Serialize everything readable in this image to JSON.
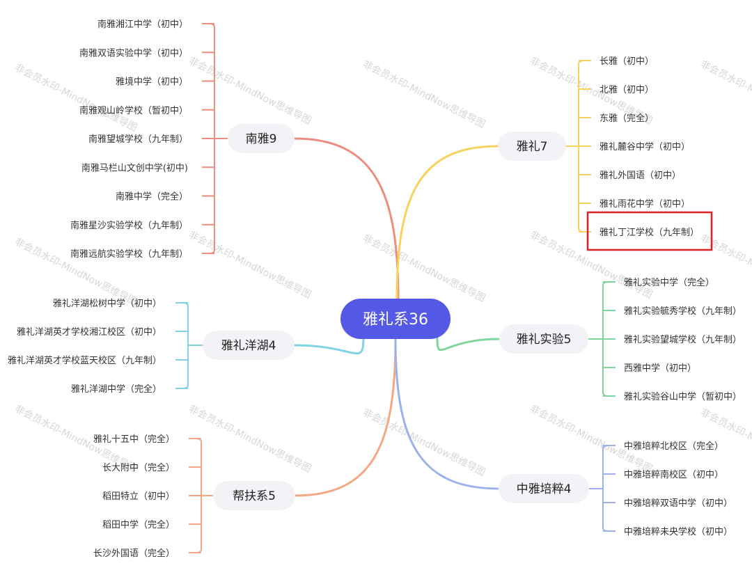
{
  "center": {
    "label": "雅礼系36",
    "color": "#5459e6"
  },
  "branches": [
    {
      "label": "南雅9",
      "color": "#ec8d7e",
      "leaves": [
        "南雅湘江中学（初中）",
        "南雅双语实验中学（初中）",
        "雅境中学（初中）",
        "南雅观山岭学校（暂初中）",
        "南雅望城学校（九年制）",
        "南雅马栏山文创中学(初中)",
        "南雅中学（完全）",
        "南雅星沙实验学校（九年制）",
        "南雅远航实验学校（九年制）"
      ]
    },
    {
      "label": "雅礼洋湖4",
      "color": "#7fd3e5",
      "leaves": [
        "雅礼洋湖松树中学（初中）",
        "雅礼洋湖英才学校湘江校区（初中）",
        "雅礼洋湖英才学校蓝天校区（九年制）",
        "雅礼洋湖中学（完全）"
      ]
    },
    {
      "label": "帮扶系5",
      "color": "#f5a783",
      "leaves": [
        "雅礼十五中（完全）",
        "长大附中（完全）",
        "稻田特立（初中）",
        "稻田中学（完全）",
        "长沙外国语（完全）"
      ]
    },
    {
      "label": "雅礼7",
      "color": "#f7d25c",
      "leaves": [
        "长雅（初中）",
        "北雅（初中）",
        "东雅（完全）",
        "雅礼麓谷中学（初中）",
        "雅礼外国语（初中）",
        "雅礼雨花中学（初中）",
        "雅礼丁江学校（九年制）"
      ],
      "highlight_index": 6,
      "highlight_color": "#e02020"
    },
    {
      "label": "雅礼实验5",
      "color": "#7ed69a",
      "leaves": [
        "雅礼实验中学（完全）",
        "雅礼实验毓秀学校（九年制）",
        "雅礼实验望城学校（九年制）",
        "西雅中学（初中）",
        "雅礼实验谷山中学（暂初中）"
      ]
    },
    {
      "label": "中雅培粹4",
      "color": "#9cb0ee",
      "leaves": [
        "中雅培粹北校区（完全）",
        "中雅培粹南校区（初中）",
        "中雅培粹双语中学（初中）",
        "中雅培粹未央学校（初中）"
      ]
    }
  ],
  "watermark": "非会员水印-MindNow思维导图"
}
